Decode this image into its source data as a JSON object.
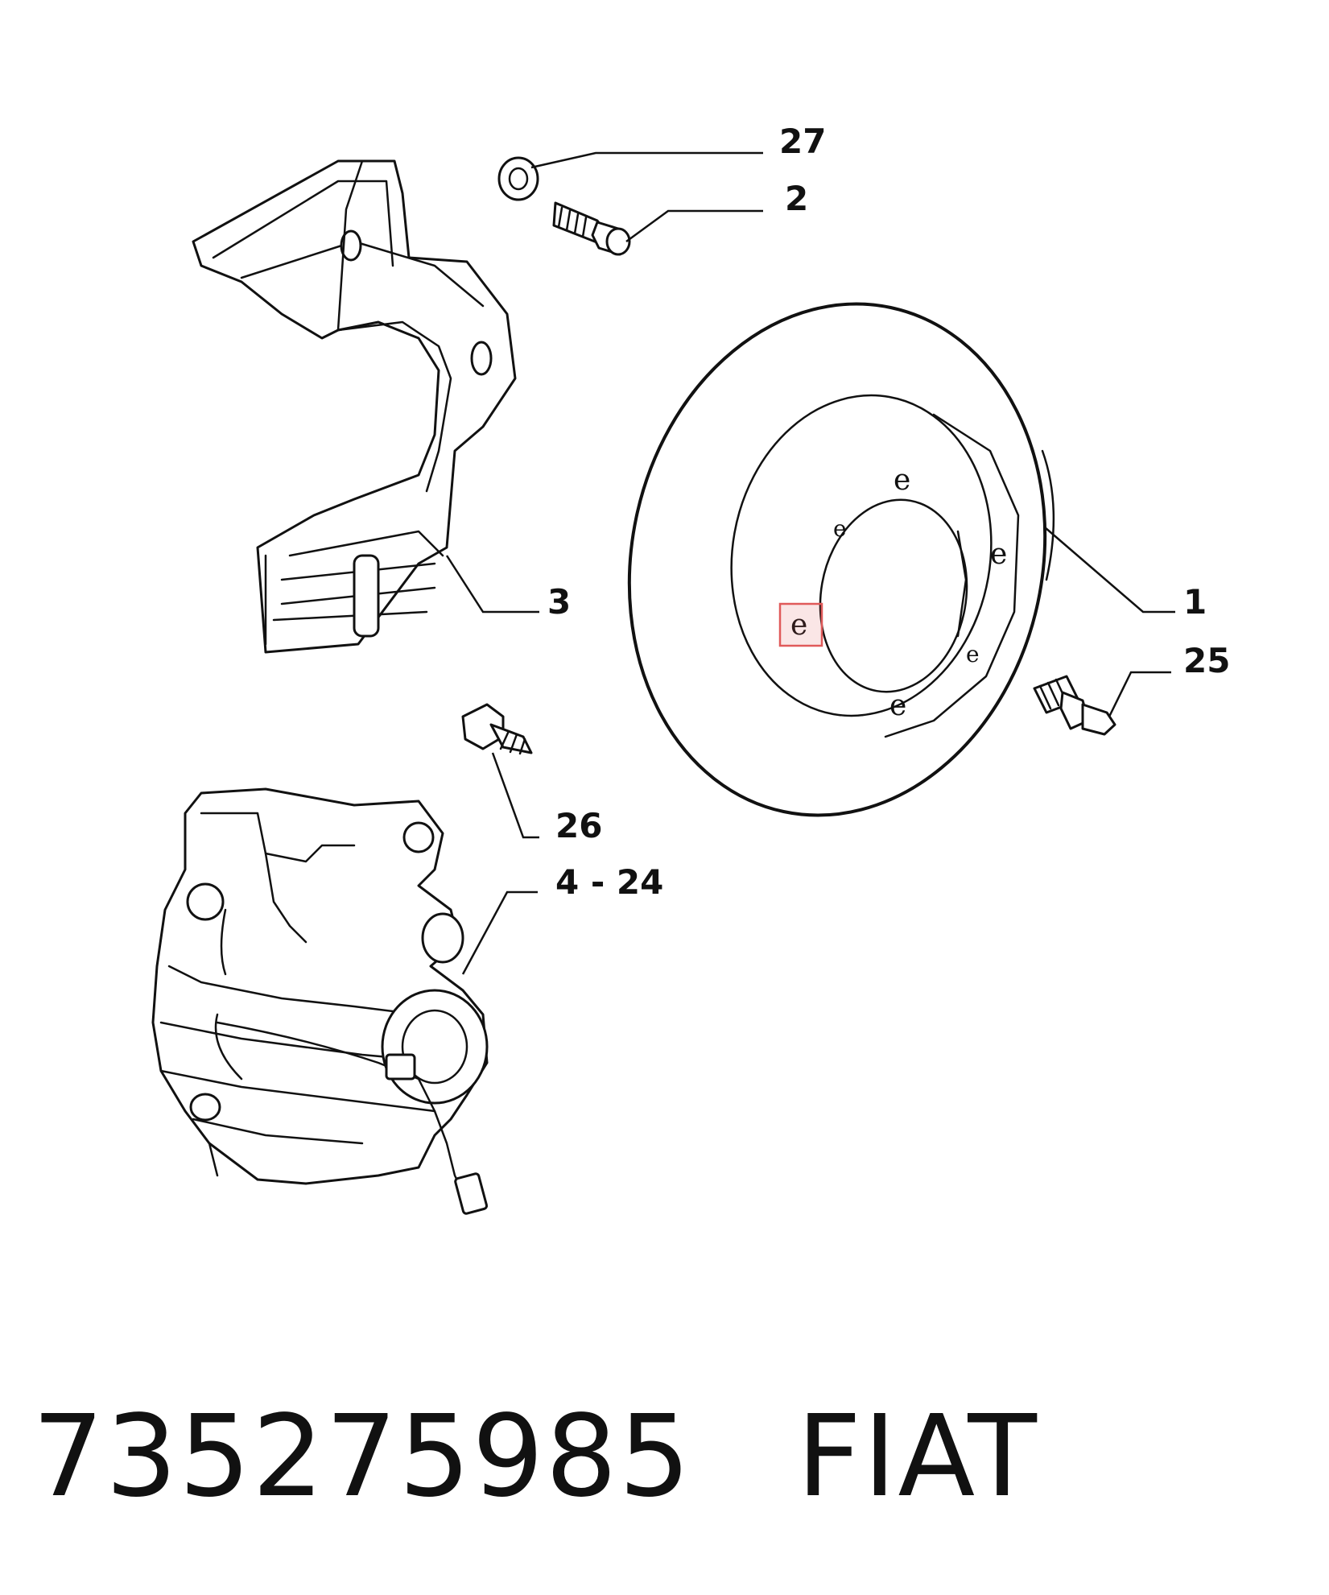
{
  "callouts": [
    {
      "id": "disc",
      "label": "1"
    },
    {
      "id": "bolt",
      "label": "2"
    },
    {
      "id": "shield",
      "label": "3"
    },
    {
      "id": "caliper",
      "label": "4 - 24"
    },
    {
      "id": "stud",
      "label": "25"
    },
    {
      "id": "caliper-bolt",
      "label": "26"
    },
    {
      "id": "washer",
      "label": "27"
    }
  ],
  "footer": {
    "part_number": "735275985",
    "brand": "FIAT"
  },
  "highlight": {
    "target": "disc-bolt-hole",
    "color": "#e05a5a"
  }
}
